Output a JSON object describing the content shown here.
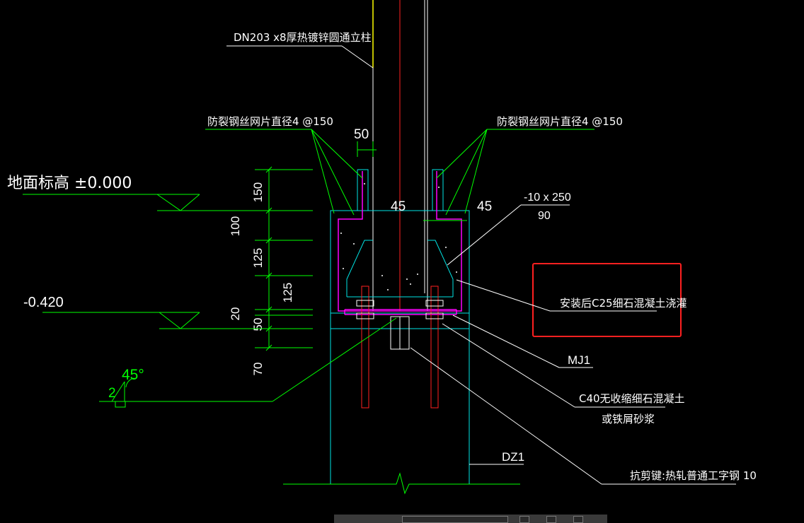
{
  "labels": {
    "column_title": "DN203 x8厚热镀锌圆通立柱",
    "mesh_left": "防裂钢丝网片直径4 @150",
    "mesh_right": "防裂钢丝网片直径4 @150",
    "ground_level": "地面标高 ±0.000",
    "level_neg": "-0.420",
    "plate_spec_top": "-10 x 250",
    "plate_spec_bottom": "90",
    "grout_after_install": "安装后C25细石混凝土浇灌",
    "mj1": "MJ1",
    "c40_line1": "C40无收缩细石混凝土",
    "c40_line2": "或铁屑砂浆",
    "dz1": "DZ1",
    "shear_key": "抗剪键:热轧普通工字钢 10",
    "weld_angle": "45°",
    "weld_size": "2"
  },
  "dimensions": {
    "dim_50_top": "50",
    "dim_45_left": "45",
    "dim_45_right": "45",
    "vert_150": "150",
    "vert_100": "100",
    "vert_125a": "125",
    "vert_125b": "125",
    "vert_20": "20",
    "vert_50": "50",
    "vert_70": "70"
  },
  "colors": {
    "background": "#000000",
    "leader": "#00ff00",
    "outline": "#00e5e5",
    "rebar": "#ff2020",
    "mesh": "#ff00ff",
    "highlight_box": "#ff2020",
    "axis": "#ffff00"
  }
}
